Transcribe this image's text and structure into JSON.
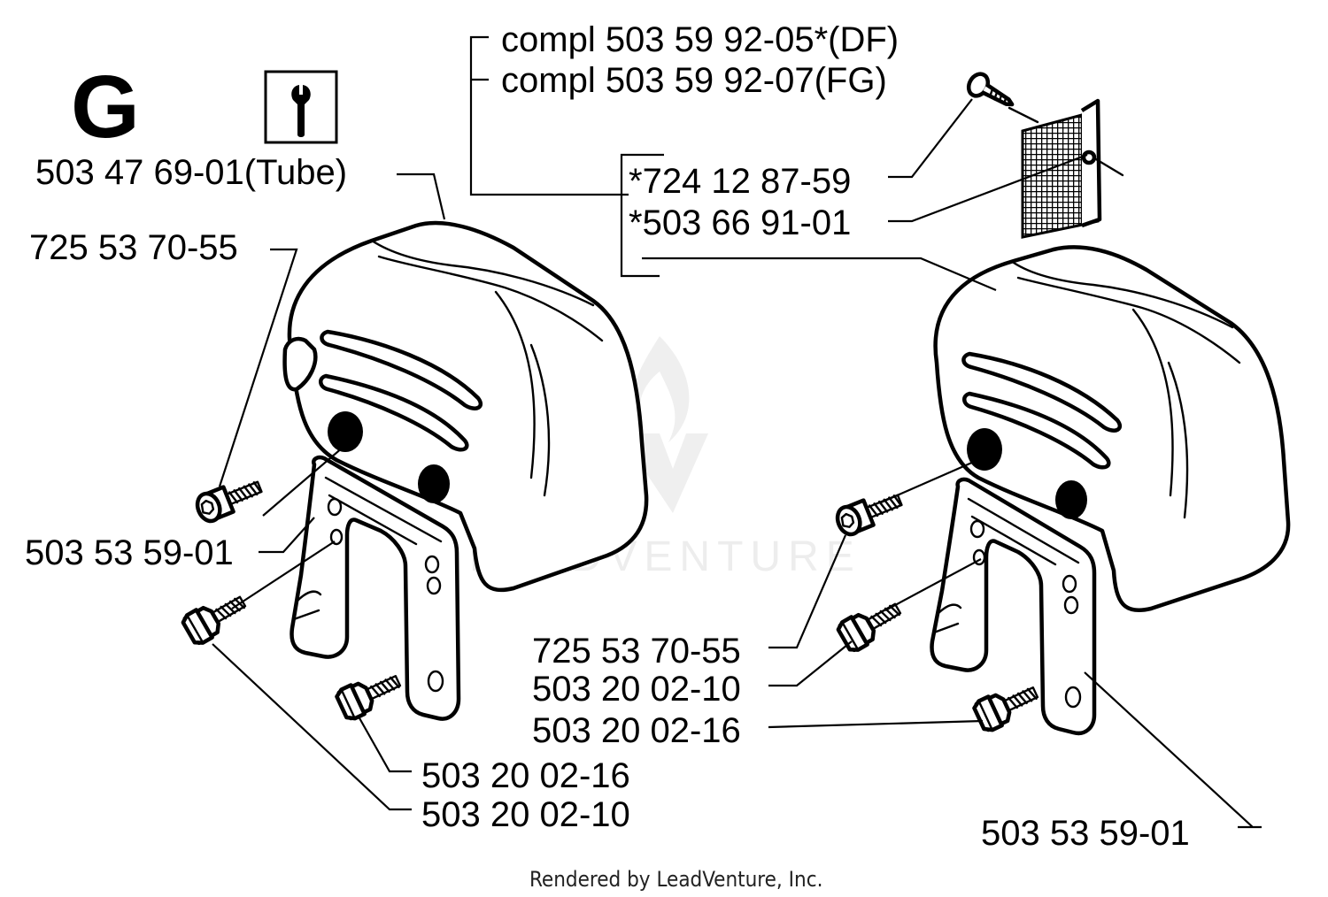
{
  "section": "G",
  "tool_icon": "wrench-icon",
  "footer": "Rendered by LeadVenture, Inc.",
  "watermark": "LEADVENTURE",
  "labels": {
    "compl_df": "compl 503 59 92-05*(DF)",
    "compl_fg": "compl 503 59 92-07(FG)",
    "tube": "503 47 69-01(Tube)",
    "screw_724": "*724 12 87-59",
    "screen_503669101": "*503 66 91-01",
    "left_screw_7255370": "725 53 70-55",
    "left_bracket_5035359": "503 53 59-01",
    "left_bolt_50320216": "503 20 02-16",
    "left_bolt_50320210": "503 20 02-10",
    "right_screw_7255370": "725 53 70-55",
    "right_bolt_50320210": "503 20 02-10",
    "right_bolt_50320216": "503 20 02-16",
    "right_bracket_5035359": "503 53 59-01"
  }
}
